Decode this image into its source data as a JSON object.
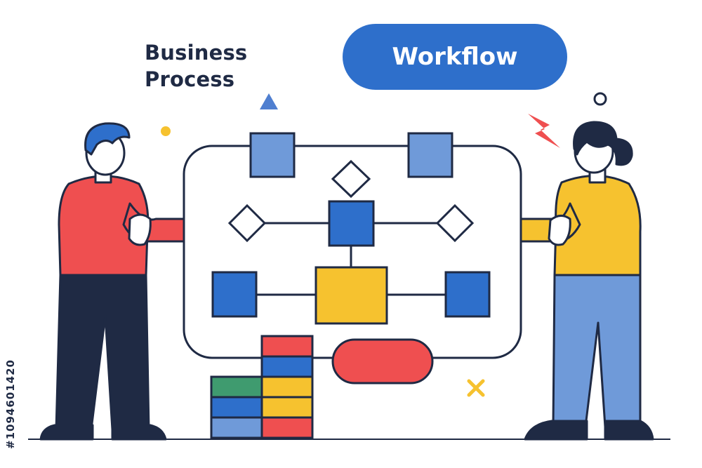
{
  "header": {
    "title_line1": "Business",
    "title_line2": "Process",
    "badge_label": "Workflow"
  },
  "watermark": {
    "text": "#1094601420"
  },
  "colors": {
    "navy": "#1f2a44",
    "blue": "#2e6fcb",
    "light_blue": "#6f9ad9",
    "red": "#ef4f50",
    "yellow": "#f6c22f",
    "green": "#3f9b6f"
  },
  "icons": [
    "triangle-icon",
    "dot-icon",
    "ring-icon",
    "lightning-icon",
    "cross-icon"
  ]
}
